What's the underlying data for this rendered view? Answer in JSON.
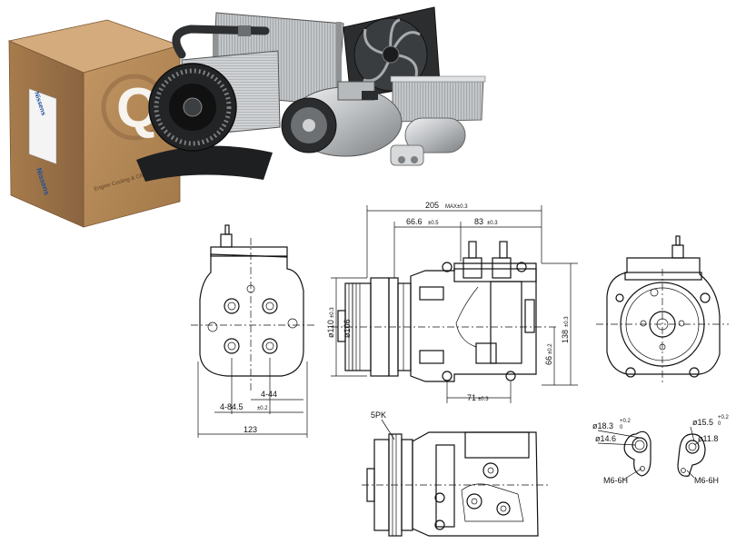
{
  "brand": {
    "box_logo": "Nissens",
    "box_tagline": "Engine Cooling & Climate",
    "box_side_logo": "Nissens",
    "box_letter": "Q"
  },
  "dimensions": {
    "d205": "205",
    "d205_tol": "MAX±0.3",
    "d66_6": "66.6",
    "d66_6_tol": "±0.5",
    "d83": "83",
    "d83_tol": "±0.3",
    "d110": "ø110",
    "d110_tol": "±0.3",
    "d106": "ø106",
    "d138": "138",
    "d138_tol": "±0.3",
    "d66": "66",
    "d66_tol": "±0.2",
    "d71": "71",
    "d71_tol": "±0.3",
    "d4_44": "4-44",
    "d4_84_5": "4-84.5",
    "d4_84_5_tol": "±0.2",
    "d123": "123",
    "pulley": "5PK"
  },
  "ports": {
    "left": {
      "outer": "ø18.3",
      "tol_up": "+0.2",
      "tol_down": "0",
      "inner": "ø14.6",
      "thread": "M6-6H"
    },
    "right": {
      "outer": "ø15.5",
      "tol_up": "+0.2",
      "tol_down": "0",
      "inner": "ø11.8",
      "thread": "M6-6H"
    }
  },
  "colors": {
    "box": "#b98a5a",
    "box_dark": "#8e6641",
    "metal": "#c9ccce",
    "metal_dark": "#5a5d60",
    "logo_blue": "#1d4e9c"
  }
}
